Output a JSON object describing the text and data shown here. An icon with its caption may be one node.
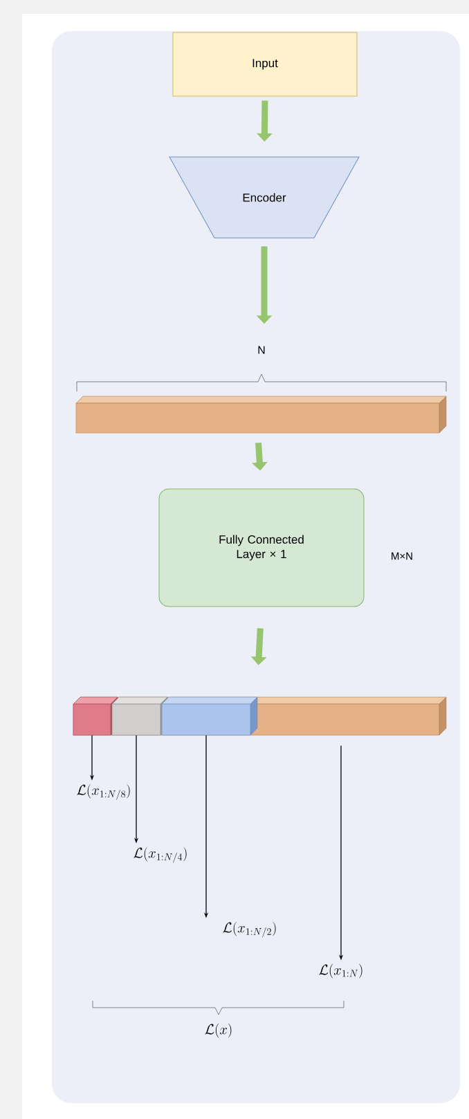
{
  "diagram": {
    "nodes": [
      {
        "text": [
          "Input"
        ]
      },
      {
        "text": [
          "Encoder"
        ]
      },
      {
        "text": [],
        "shape": "bar"
      },
      {
        "text": [
          "Fully Connected Layer × 1"
        ],
        "beside": [
          "M×N"
        ]
      },
      {
        "text": [],
        "shape": "bar"
      },
      {
        "text": [],
        "shape": "bar",
        "in": 4
      },
      {
        "text": [],
        "shape": "bar",
        "in": 4
      },
      {
        "text": [],
        "shape": "bar",
        "in": 4
      },
      {
        "text": [
          "\\mathcal{L}(x_{1:N/8})"
        ]
      },
      {
        "text": [
          "\\mathcal{L}(x_{1:N/4})"
        ]
      },
      {
        "text": [
          "\\mathcal{L}(x_{1:N/2})"
        ]
      },
      {
        "text": [
          "\\mathcal{L}(x_{1:N})"
        ]
      }
    ],
    "edges": [
      {
        "from": 0,
        "to": 1,
        "arrow": "to",
        "style": "thick",
        "color": "#97c46e"
      },
      {
        "from": 1,
        "to": null,
        "arrow": "to",
        "style": "thick",
        "color": "#97c46e"
      },
      {
        "from": 2,
        "to": 3,
        "arrow": "to",
        "style": "thick",
        "color": "#97c46e"
      },
      {
        "from": 3,
        "to": 4,
        "arrow": "to",
        "style": "thick",
        "color": "#97c46e"
      },
      {
        "from": 5,
        "to": 8,
        "arrow": "to",
        "color": "#000000"
      },
      {
        "from": 6,
        "to": 9,
        "arrow": "to",
        "color": "#000000"
      },
      {
        "from": 7,
        "to": 10,
        "arrow": "to",
        "color": "#000000"
      },
      {
        "from": 4,
        "to": 11,
        "arrow": "to",
        "color": "#000000"
      }
    ],
    "labels": [
      "N",
      "\\mathcal{L}(x)"
    ]
  }
}
